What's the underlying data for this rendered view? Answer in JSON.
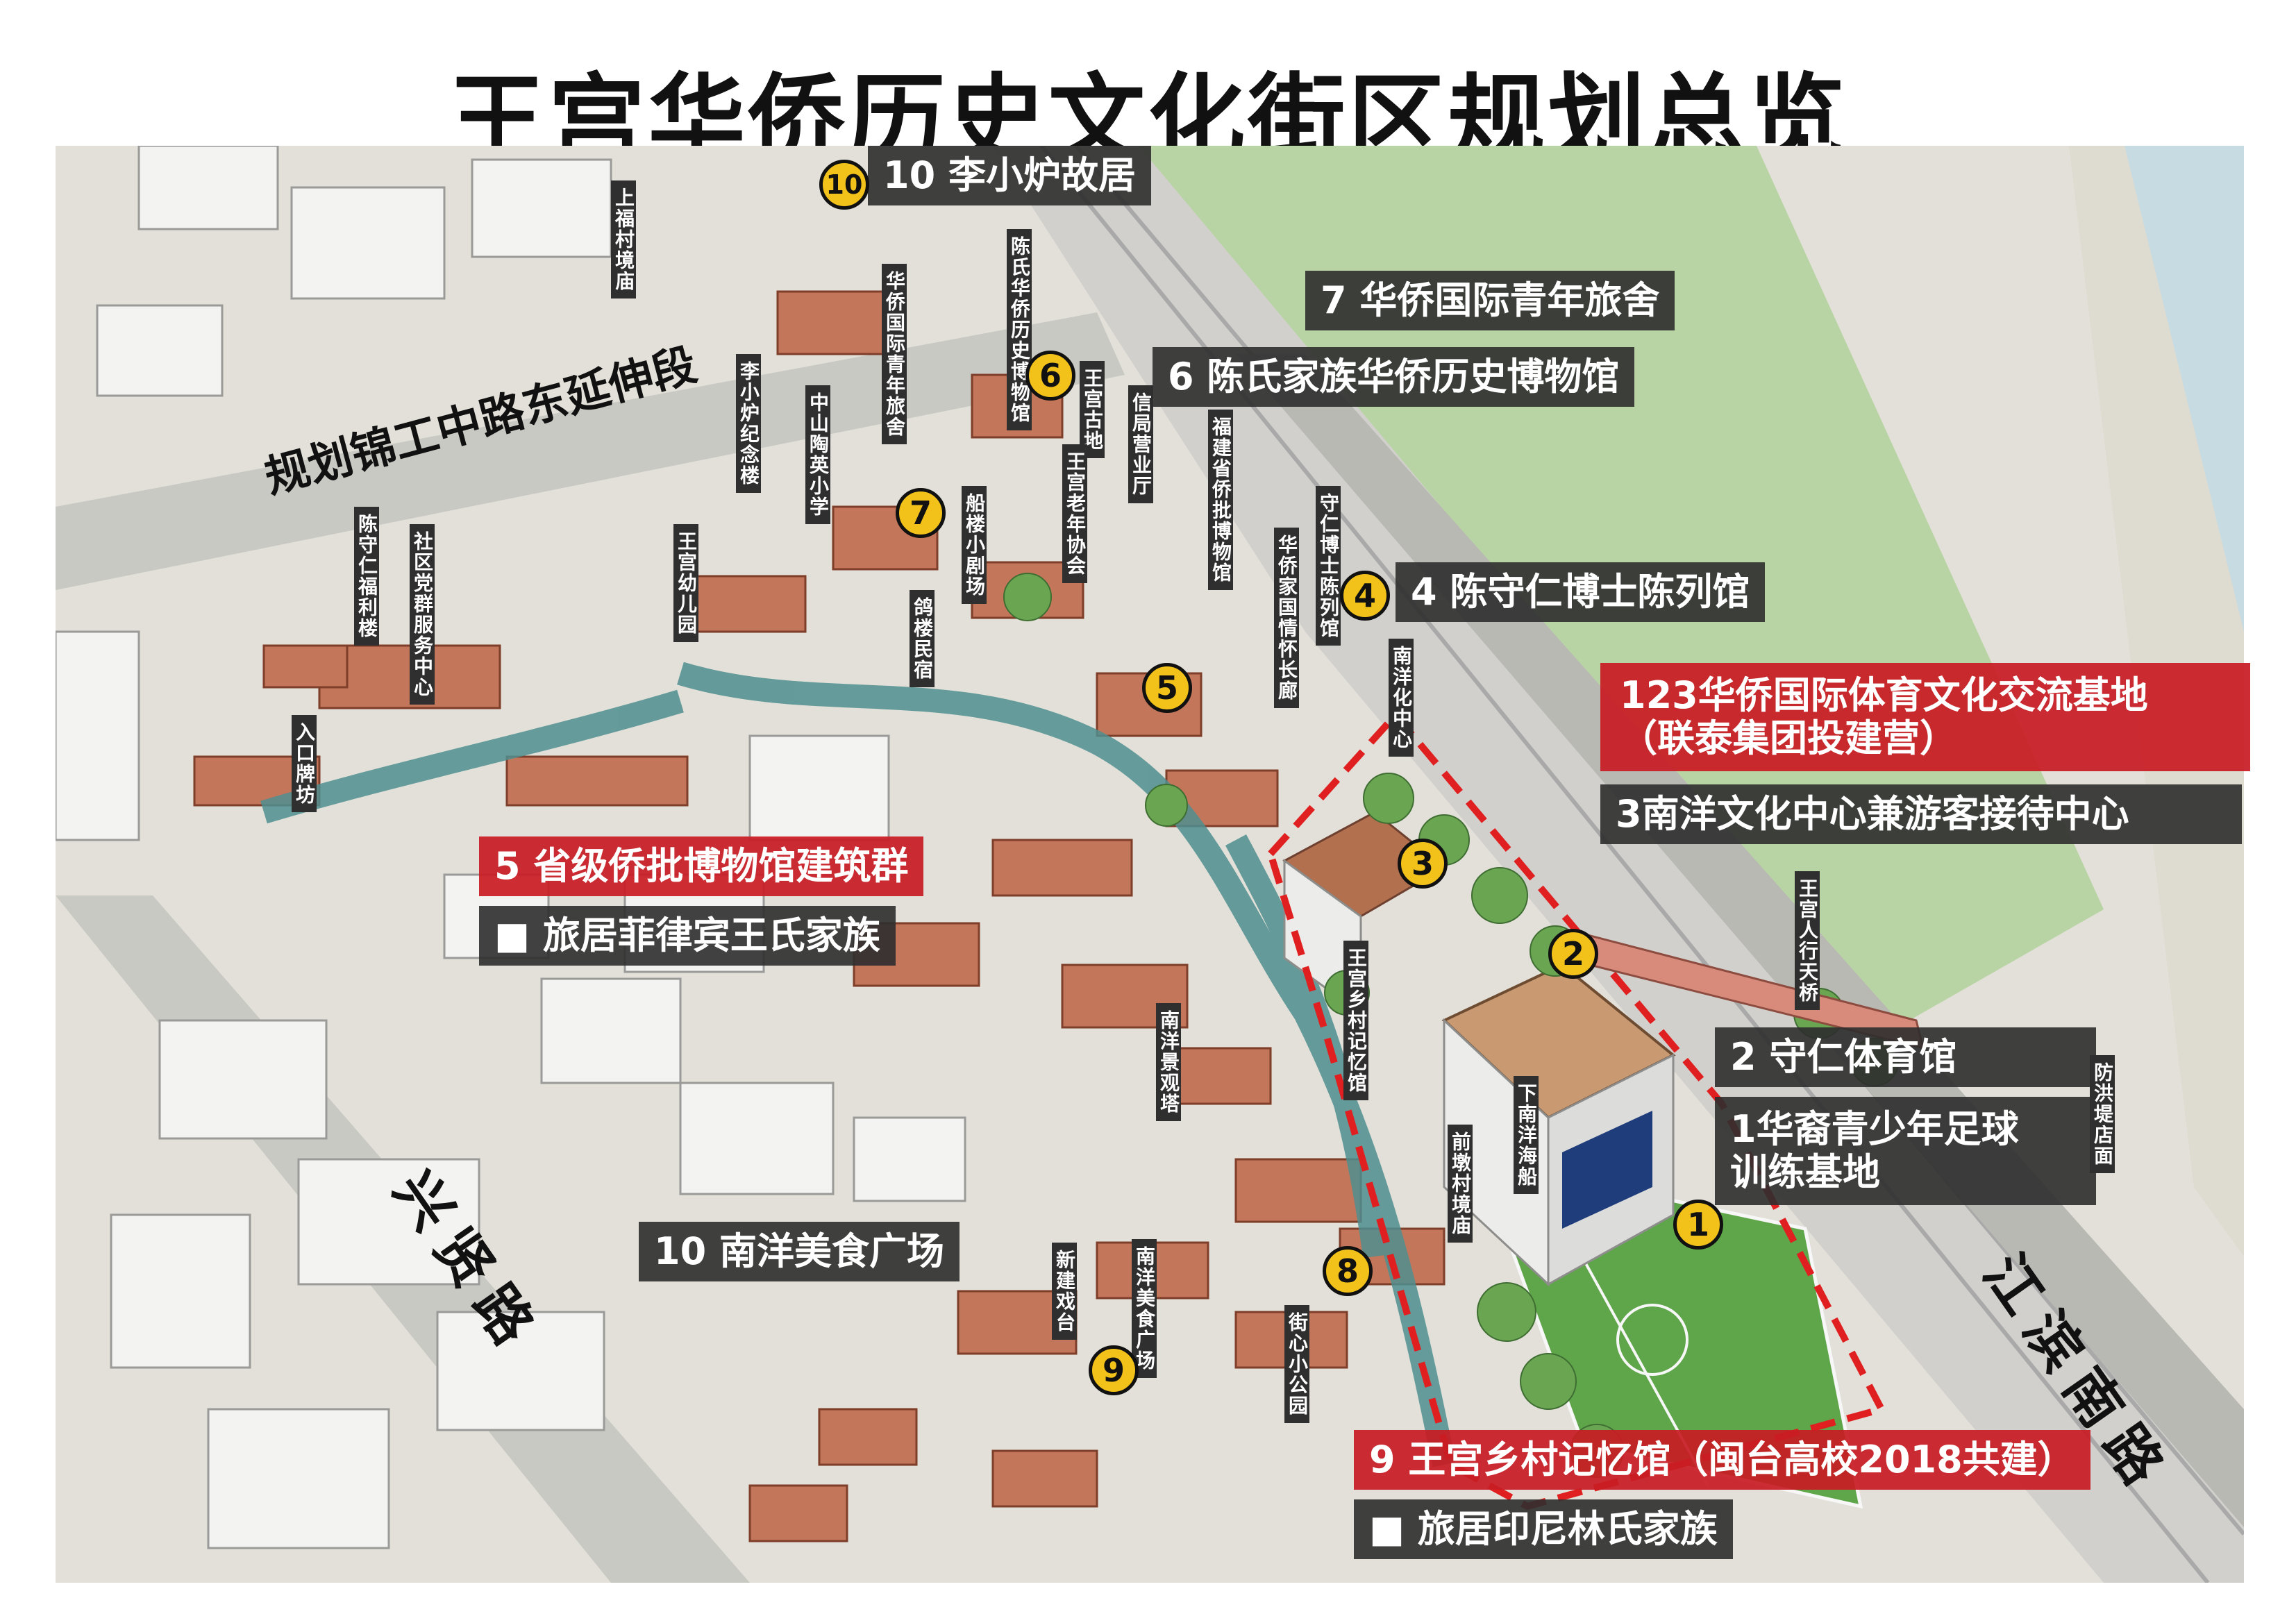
{
  "title": "王宫华侨历史文化街区规划总览",
  "labels": {
    "l10": "10  李小炉故居",
    "l7": "7  华侨国际青年旅舍",
    "l6": "6  陈氏家族华侨历史博物馆",
    "l4": "4 陈守仁博士陈列馆",
    "l123a": "123华侨国际体育文化交流基地",
    "l123b": "（联泰集团投建营）",
    "l3": "3南洋文化中心兼游客接待中心",
    "l5": "5  省级侨批博物馆建筑群",
    "l5b": "■  旅居菲律宾王氏家族",
    "l2": "2 守仁体育馆",
    "l1a": "1华裔青少年足球",
    "l1b": "训练基地",
    "l10food": "10 南洋美食广场",
    "l9": "9 王宫乡村记忆馆（闽台高校2018共建）",
    "l9b": "■  旅居印尼林氏家族"
  },
  "vlabels": {
    "v1": "上福村境庙",
    "v2": "华侨国际青年旅舍",
    "v3": "陈氏华侨历史博物馆",
    "v4": "李小炉纪念楼",
    "v5": "中山陶英小学",
    "v6": "王宫古地",
    "v7": "信局营业厅",
    "v8": "福建省侨批博物馆",
    "v9": "王宫老年协会",
    "v10": "船楼小剧场",
    "v11": "守仁博士陈列馆",
    "v12": "华侨家国情怀长廊",
    "v13": "陈守仁福利楼",
    "v14": "社区党群服务中心",
    "v15": "王宫幼儿园",
    "v16": "鸽楼民宿",
    "v17": "南洋化中心",
    "v18": "入口牌坊",
    "v19": "王宫人行天桥",
    "v20": "王宫乡村记忆馆",
    "v21": "南洋景观塔",
    "v22": "下南洋海船",
    "v23": "前墩村境庙",
    "v24": "防洪堤店面",
    "v25": "新建戏台",
    "v26": "南洋美食广场",
    "v27": "街心小公园"
  },
  "badges": [
    "1",
    "2",
    "3",
    "4",
    "5",
    "6",
    "7",
    "8",
    "9",
    "10"
  ],
  "roads": {
    "north": "规划锦工中路东延伸段",
    "west": "兴贤路",
    "east": "江滨南路"
  },
  "colors": {
    "label_dark": "#2d2d2d",
    "label_red": "#c81c24",
    "badge": "#f2c21a",
    "park": "#b9d4a4",
    "roof": "#c4765a",
    "boundary": "#e02020"
  }
}
